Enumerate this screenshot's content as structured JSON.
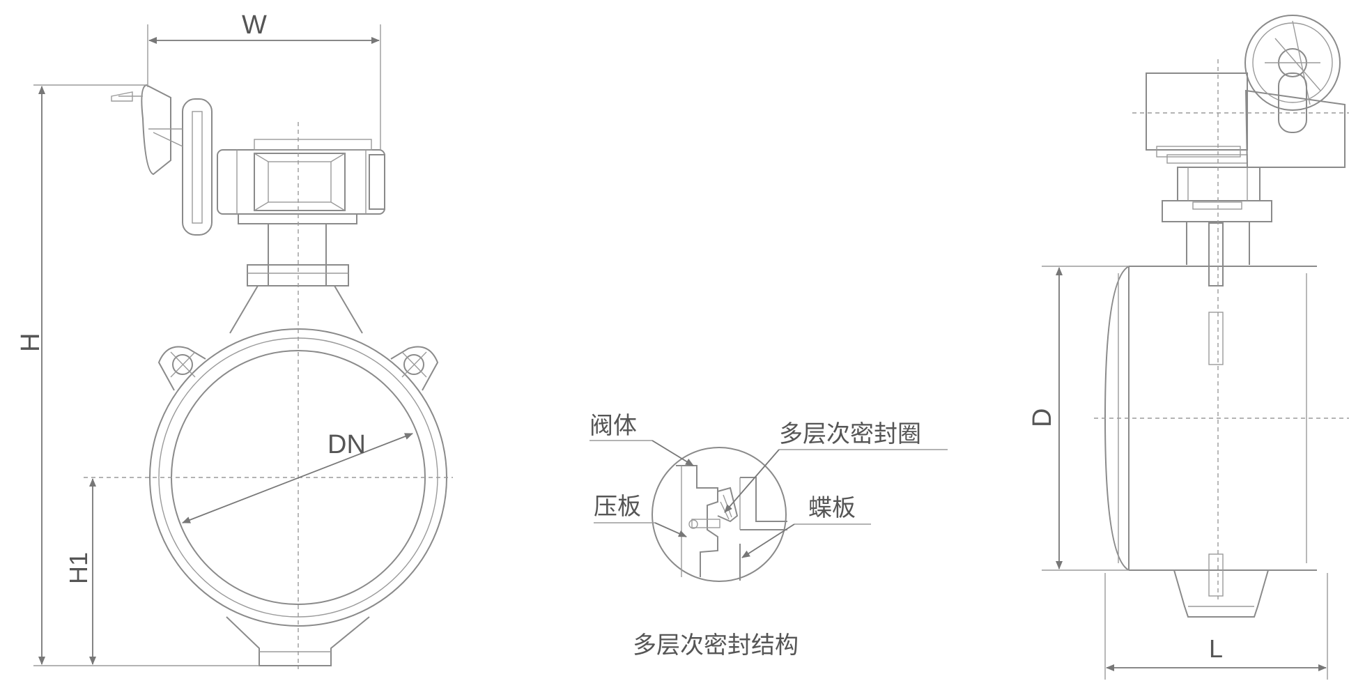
{
  "front_view": {
    "dim_width": "W",
    "dim_height": "H",
    "dim_diameter": "DN",
    "dim_center_height": "H1"
  },
  "seal_detail": {
    "label_body": "阀体",
    "label_seal_ring": "多层次密封圈",
    "label_press_plate": "压板",
    "label_disc": "蝶板",
    "caption": "多层次密封结构"
  },
  "side_view": {
    "dim_diameter": "D",
    "dim_length": "L"
  },
  "colors": {
    "line": "#8a8a8a",
    "dimension": "#777777",
    "text": "#555555",
    "background": "#ffffff"
  }
}
